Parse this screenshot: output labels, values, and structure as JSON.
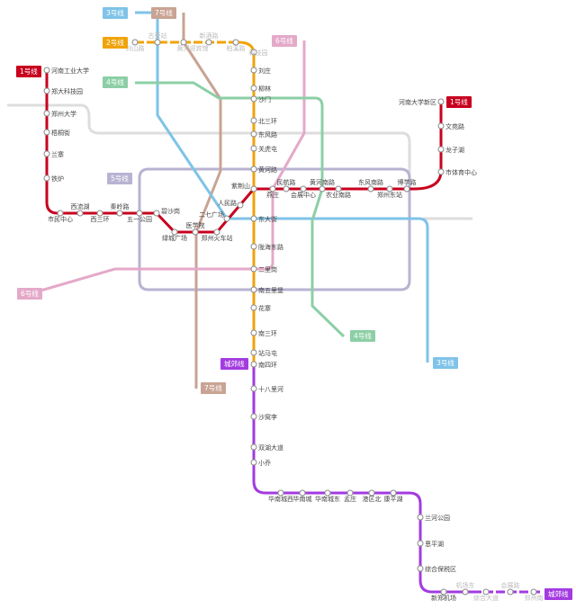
{
  "colors": {
    "line1": "#c8001e",
    "line2": "#f0a30a",
    "line3": "#7fc3e8",
    "line4": "#8ccfa6",
    "line5": "#b8b3d2",
    "line6": "#e4a9c9",
    "line7": "#c9a393",
    "chengjiao": "#a33be0",
    "planned": "#dddddd"
  },
  "badges": {
    "line1": "1号线",
    "line2": "2号线",
    "line3": "3号线",
    "line4": "4号线",
    "line5": "5号线",
    "line6": "6号线",
    "line7": "7号线",
    "chengjiao": "城郊线"
  },
  "stations": [
    "河南工业大学",
    "郑大科技园",
    "郑州大学",
    "梧桐街",
    "兰寨",
    "铁炉",
    "市民中心",
    "西流湖",
    "西三环",
    "秦岭路",
    "五一公园",
    "碧沙岗",
    "绿城广场",
    "医学院",
    "郑州火车站",
    "二七广场",
    "人民路",
    "紫荆山",
    "燕庄",
    "民航路",
    "会展中心",
    "黄河南路",
    "农业南路",
    "东风南路",
    "郑州东站",
    "博学路",
    "市体育中心",
    "龙子湖",
    "文苑路",
    "河南大学新区",
    "刘庄",
    "柳林",
    "沙门",
    "北三环",
    "东风路",
    "关虎屯",
    "黄河路",
    "东大街",
    "陇海东路",
    "二里岗",
    "南五里堡",
    "花寨",
    "南三环",
    "站马屯",
    "南四环",
    "十八里河",
    "沙窝李",
    "双湖大道",
    "小乔",
    "华南城西",
    "华南城",
    "华南城东",
    "孟庄",
    "港区北",
    "康平湖",
    "兰河公园",
    "恩平湖",
    "综合保税区",
    "新郑机场"
  ],
  "planned_stations": [
    "刘山路",
    "古荥站",
    "黄河迎宾馆",
    "新酒路",
    "柏溪路",
    "科技园",
    "机场东",
    "综合大道",
    "会展路",
    "郑州南"
  ]
}
